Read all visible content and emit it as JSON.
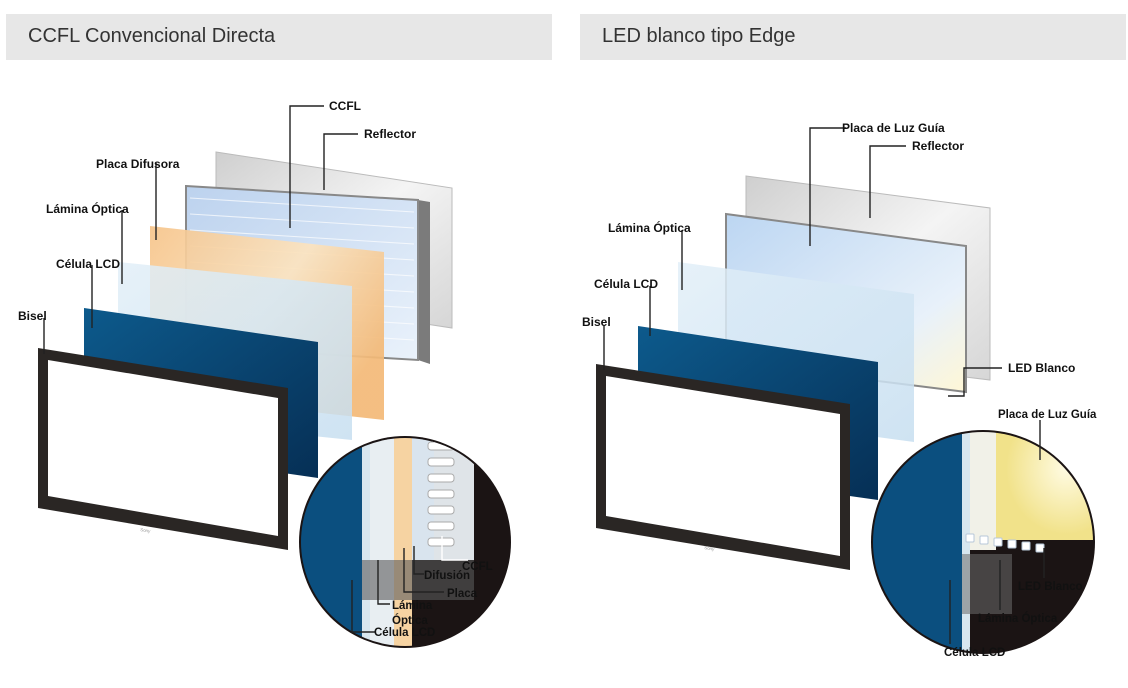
{
  "left": {
    "title": "CCFL Convencional Directa",
    "labels": {
      "ccfl": "CCFL",
      "reflector": "Reflector",
      "placa_difusora": "Placa Difusora",
      "lamina_optica": "Lámina Óptica",
      "celula_lcd": "Célula LCD",
      "bisel": "Bisel"
    },
    "detail_labels": {
      "ccfl": "CCFL",
      "difusion": "Difusión",
      "placa": "Placa",
      "lamina": "Lámina",
      "optica": "Óptica",
      "celula_lcd": "Célula LCD"
    },
    "brand": "Sony"
  },
  "right": {
    "title": "LED blanco tipo Edge",
    "labels": {
      "placa_luz_guia": "Placa de Luz Guía",
      "reflector": "Reflector",
      "lamina_optica": "Lámina Óptica",
      "celula_lcd": "Célula LCD",
      "bisel": "Bisel",
      "led_blanco": "LED Blanco"
    },
    "detail_labels": {
      "placa_luz_guia": "Placa de Luz Guía",
      "led_blanco": "LED Blanco",
      "lamina_optica": "Lámina Óptica",
      "celula_lcd": "Célula LCD"
    },
    "brand": "Sony"
  }
}
